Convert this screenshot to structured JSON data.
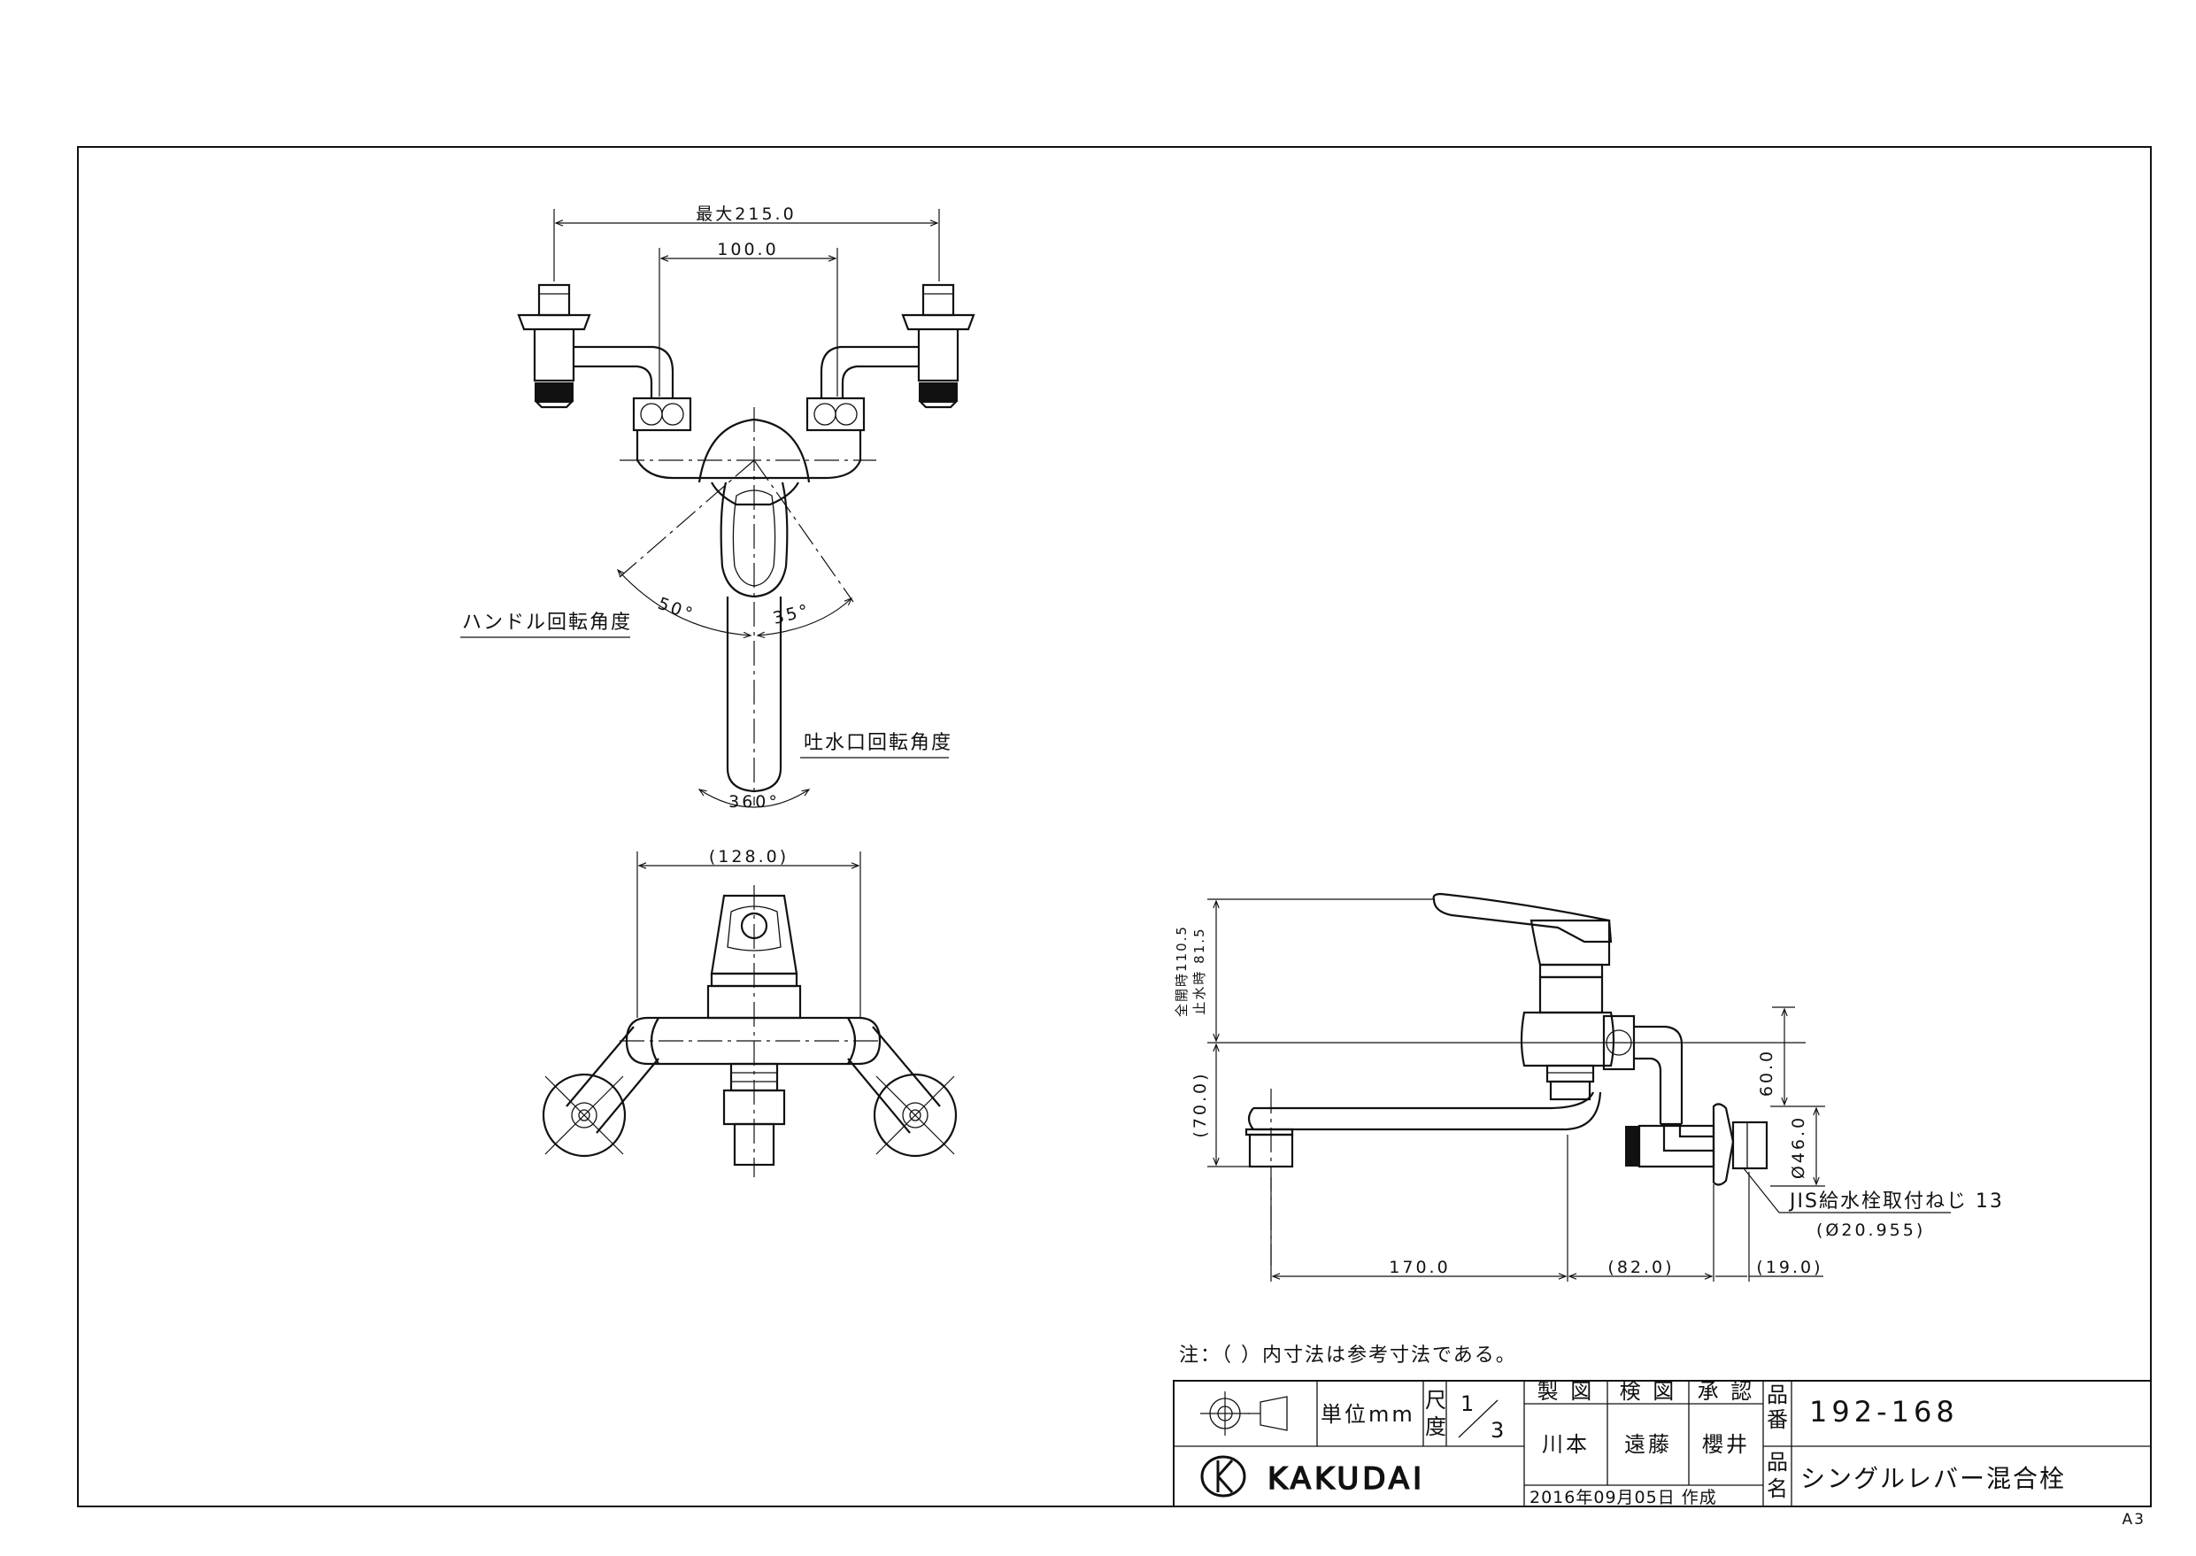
{
  "dimensions": {
    "max_width": "最大215.0",
    "center_distance": "100.0",
    "handle_angle_left": "50°",
    "handle_angle_right": "35°",
    "spout_angle": "360°",
    "width_128": "(128.0)",
    "height_total": "全開時110.5",
    "height_stop": "止水時 81.5",
    "height_70": "(70.0)",
    "height_60": "60.0",
    "dia_46": "Ø46.0",
    "spout_reach": "170.0",
    "body_offset": "(82.0)",
    "inlet_length": "(19.0)"
  },
  "labels": {
    "handle_rotation": "ハンドル回転角度",
    "spout_rotation": "吐水口回転角度",
    "thread_spec": "JIS給水栓取付ねじ 13",
    "thread_dia": "(Ø20.955)"
  },
  "note": "注：（ ）内寸法は参考寸法である。",
  "title_block": {
    "unit_label": "単位mm",
    "scale_label_1": "尺",
    "scale_label_2": "度",
    "scale_num": "1",
    "scale_den": "3",
    "made_label": "製 図",
    "checked_label": "検 図",
    "approved_label": "承 認",
    "made_by": "川本",
    "checked_by": "遠藤",
    "approved_by": "櫻井",
    "date": "2016年09月05日 作成",
    "part_no_label_1": "品",
    "part_no_label_2": "番",
    "part_no": "192-168",
    "name_label_1": "品",
    "name_label_2": "名",
    "product_name": "シングルレバー混合栓",
    "company": "KAKUDAI"
  },
  "sheet_size": "A3"
}
